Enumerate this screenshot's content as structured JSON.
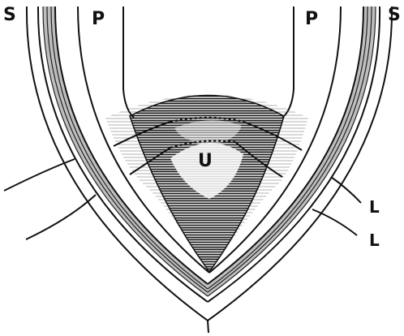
{
  "figure": {
    "labels": {
      "s_left": "S",
      "p_left": "P",
      "p_right": "P",
      "s_right": "S",
      "u": "U",
      "l_upper": "L",
      "l_lower": "L"
    }
  }
}
